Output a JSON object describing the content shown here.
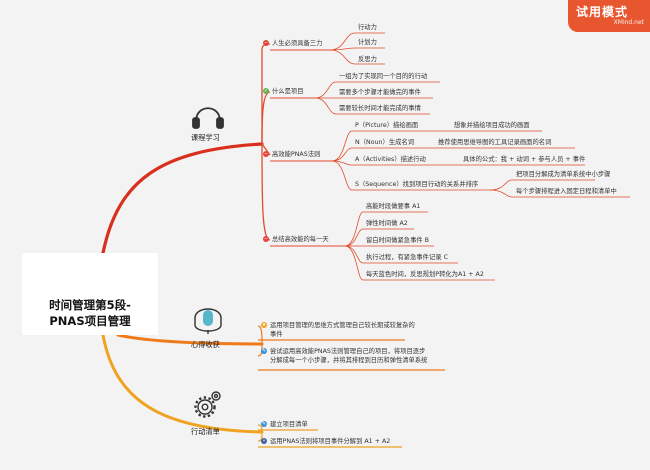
{
  "root": {
    "title_line1": "时间管理第5段-",
    "title_line2": "PNAS项目管理"
  },
  "trial": {
    "title": "试用模式",
    "subtitle": "XMind.net"
  },
  "branches": {
    "course": "课程学习",
    "insight": "心得收获",
    "action": "行动清单"
  },
  "course": {
    "t1": {
      "label": "人生必须具备三力",
      "children": [
        "行动力",
        "计划力",
        "反思力"
      ]
    },
    "t2": {
      "label": "什么是项目",
      "children": [
        "一组为了实现同一个目的的行动",
        "需要多个步骤才能做完的事件",
        "需要较长时间才能完成的事情"
      ]
    },
    "t3": {
      "label": "高效能PNAS法则",
      "p": {
        "label": "P（Picture）描绘画面",
        "detail": "想象并描绘项目成功的画面"
      },
      "n": {
        "label": "N（Noun）生成名词",
        "detail": "推荐使用思维导图的工具记录画面的名词"
      },
      "a": {
        "label": "A（Activities）描述行动",
        "detail": "具体的公式：我 + 动词 + 参与人员 + 事件"
      },
      "s": {
        "label": "S（Sequence）找到项目行动的关系并排序",
        "details": [
          "把项目分解成为清单系统中小步骤",
          "每个步骤排程进入固定日程和清单中"
        ]
      }
    },
    "t4": {
      "label": "总结高效能的每一天",
      "children": [
        "高能时段做要事 A1",
        "弹性时间做 A2",
        "留白时间做紧急事件 B",
        "执行过程，有紧急事件记录 C",
        "每天蓝色时间，反思规划P转化为A1 + A2"
      ]
    }
  },
  "insight": {
    "items": [
      {
        "line1": "运用项目管理的思维方式管理自己较长期或较复杂的",
        "line2": "事件"
      },
      {
        "line1": "尝试运用高效能PNAS法则管理自己的项目，将项目逐步",
        "line2": "分解成每一个小步骤，并将其排程到日历和弹性清单系统"
      }
    ]
  },
  "action": {
    "items": [
      "建立项目清单",
      "运用PNAS法则将项目事件分解到 A1 + A2"
    ]
  },
  "colors": {
    "branch_red": "#d8301c",
    "branch_orange": "#ee7a1a",
    "branch_amber": "#f0a220",
    "bullet_red": "#e2463a",
    "bullet_green": "#5fb54f",
    "bullet_blue": "#3a8fd9",
    "bullet_orange": "#f0a020",
    "bullet_navy": "#3b5e9c",
    "trial_bg": "#e8562f"
  }
}
